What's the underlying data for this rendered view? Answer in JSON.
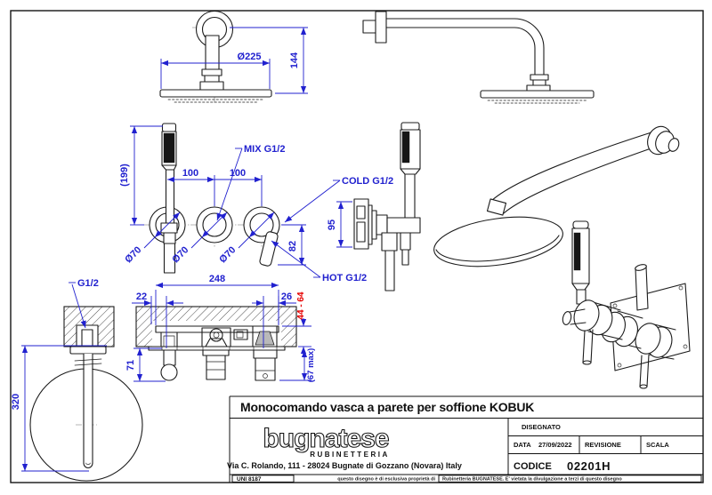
{
  "colors": {
    "dimension_blue": "#2121cf",
    "alert_red": "#e60000",
    "line_black": "#1c1c1c"
  },
  "drawing": {
    "top_view": {
      "head_diameter": "Ø225",
      "wall_distance": "144"
    },
    "front_view": {
      "hose_length": "(199)",
      "spacing_left": "100",
      "spacing_right": "100",
      "rosette_left": "Ø70",
      "rosette_center": "Ø70",
      "rosette_right": "Ø70",
      "handle_drop": "82",
      "mix_label": "MIX G1/2",
      "cold_label": "COLD G1/2",
      "hot_label": "HOT G1/2"
    },
    "side_view": {
      "plate_height": "95"
    },
    "spout_view": {
      "connection_label": "G1/2",
      "spout_reach": "320"
    },
    "section_view": {
      "body_width": "248",
      "left_offset": "22",
      "right_offset": "26",
      "recess_depth_range": "44 - 64",
      "outlet_drop": "71",
      "max_recess": "(67 max)"
    }
  },
  "title_block": {
    "title": "Monocomando vasca a parete per soffione KOBUK",
    "brand": "bugnatese",
    "brand_subtitle": "RUBINETTERIA",
    "address": "Via C. Rolando, 111 - 28024 Bugnate di Gozzano (Novara) Italy",
    "drawn_label": "DISEGNATO",
    "date_label": "DATA",
    "date_value": "27/09/2022",
    "revision_label": "REVISIONE",
    "scale_label": "SCALA",
    "code_label": "CODICE",
    "code_value": "02201H",
    "standard": "UNI 8187",
    "disclaimer_part1": "questo disegno è di esclusiva proprietà di",
    "disclaimer_part2": "Rubinetteria BUGNATESE. E' vietata la divulgazione a terzi di questo disegno"
  }
}
